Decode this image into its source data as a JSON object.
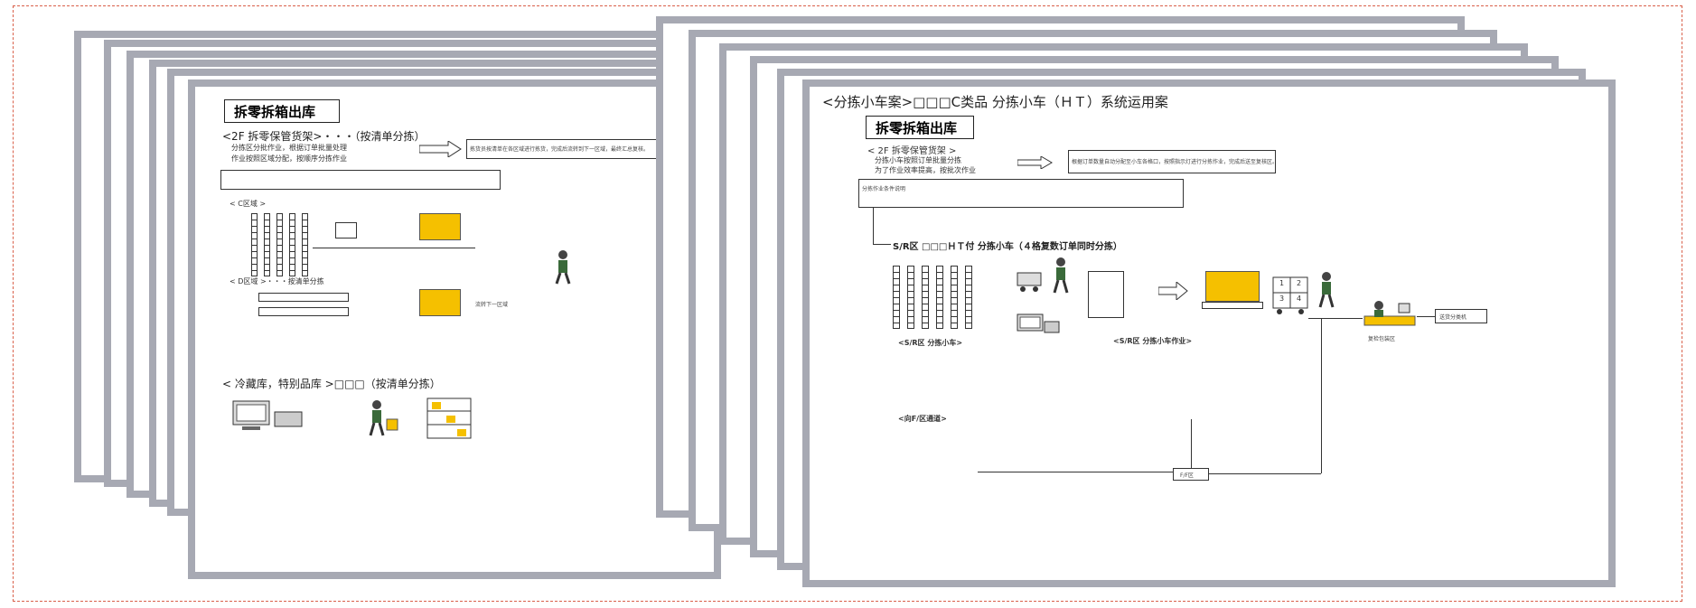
{
  "left_doc": {
    "title_box": "拆零拆箱出库",
    "heading_1": "<2F  拆零保管货架>・・・（按清单分拣）",
    "note_1a": "分拣区分批作业，根据订单批量处理",
    "note_1b": "作业按照区域分配，按顺序分拣作业",
    "side_note": "拣货员按清单在各区域进行拣货，完成后流转到下一区域，最终汇总复核。",
    "zone_label_1": "< C区域 >",
    "zone_label_2": "< D区域 >・・・按清单分拣",
    "next_label": "流转下一区域",
    "heading_2": "< 冷藏库，特别品库 >□□□（按清单分拣）"
  },
  "right_doc": {
    "title": "<分拣小车案>□□□C类品    分拣小车（ＨＴ）系统运用案",
    "title_box": "拆零拆箱出库",
    "subheading": "< 2F  拆零保管货架 >",
    "note_a": "分拣小车按照订单批量分拣",
    "note_b": "为了作业效率提高，按批次作业",
    "side_note": "根据订单数量自动分配至小车各格口，按照指示灯进行分拣作业，完成后送至复核区。",
    "cond_note": "分拣作业条件说明",
    "flow_label": "S/R区 □□□ＨＴ付  分拣小车（４格复数订单同时分拣）",
    "zone_caption": "<S/R区  分拣小车>",
    "sr_caption": "<S/R区  分拣小车作业>",
    "lane_caption": "<向F/区通道>",
    "dest_label": "复检包装区",
    "belt_label": "送货分类机",
    "bottom_label": "F/F区",
    "cart_cells": [
      "1",
      "2",
      "3",
      "4"
    ]
  }
}
